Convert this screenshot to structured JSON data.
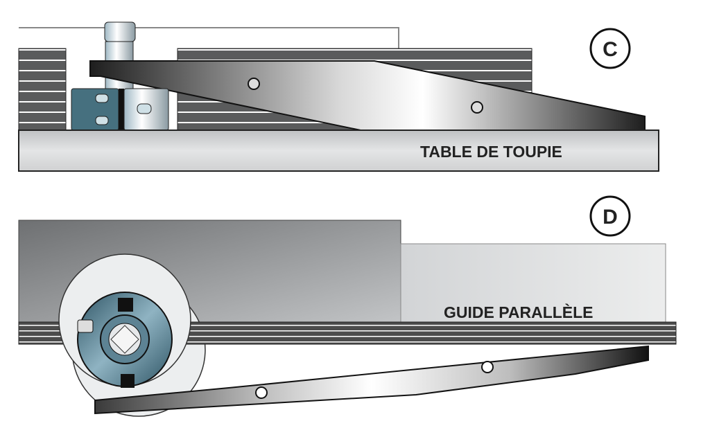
{
  "panel_c": {
    "badge": "C",
    "table_label": "TABLE DE TOUPIE"
  },
  "panel_d": {
    "badge": "D",
    "guide_label": "GUIDE PARALLÈLE"
  },
  "colors": {
    "steel_dark": "#2a2a2a",
    "steel_light": "#f4f4f4",
    "blue_cutter": "#3e6678",
    "table": "#d8d9da"
  }
}
